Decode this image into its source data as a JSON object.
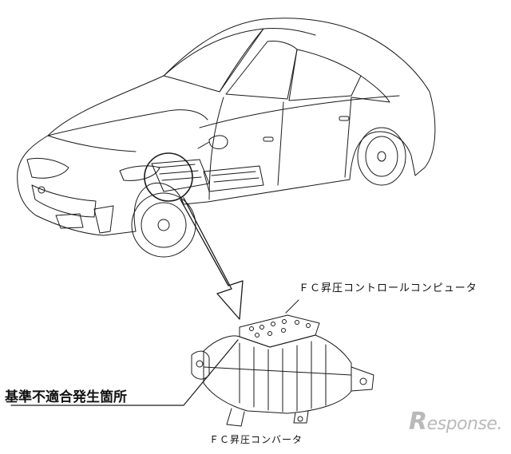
{
  "labels": {
    "controller": "ＦＣ昇圧コントロールコンピュータ",
    "defect_location": "基準不適合発生箇所",
    "converter": "ＦＣ昇圧コンバータ"
  },
  "watermark": {
    "text": "Response.",
    "color": "#b9b9b9"
  },
  "colors": {
    "line": "#111111",
    "background": "#ffffff"
  }
}
